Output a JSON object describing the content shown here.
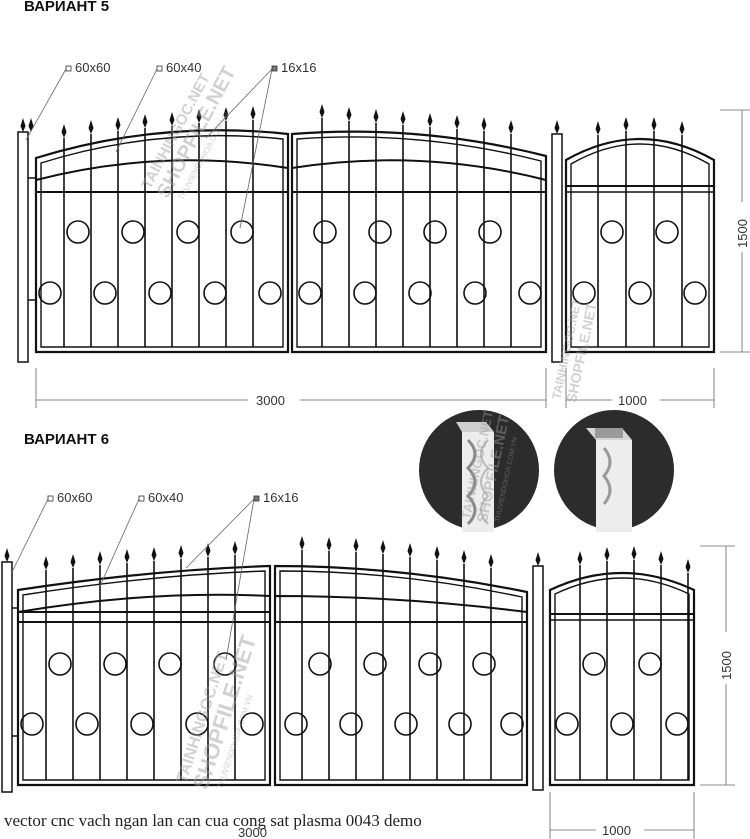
{
  "variant5": {
    "title": "ВАРИАНТ 5",
    "specs": [
      "60x60",
      "60x40",
      "16x16"
    ],
    "width_main": "3000",
    "width_gate": "1000",
    "height": "1500"
  },
  "variant6": {
    "title": "ВАРИАНТ 6",
    "specs": [
      "60x60",
      "60x40",
      "16x16"
    ],
    "width_main": "3000",
    "width_gate": "1000",
    "height": "1500"
  },
  "watermark": {
    "line1": "TAINHINGOC.NET",
    "line2": "SHOPFILE.NET",
    "line3": "THUVIENDOHOA.COM.VN"
  },
  "caption": "vector cnc vach ngan lan can cua cong sat plasma 0043 demo",
  "colors": {
    "line": "#111111",
    "dimension": "#666666",
    "watermark": "#9a9a9a"
  }
}
